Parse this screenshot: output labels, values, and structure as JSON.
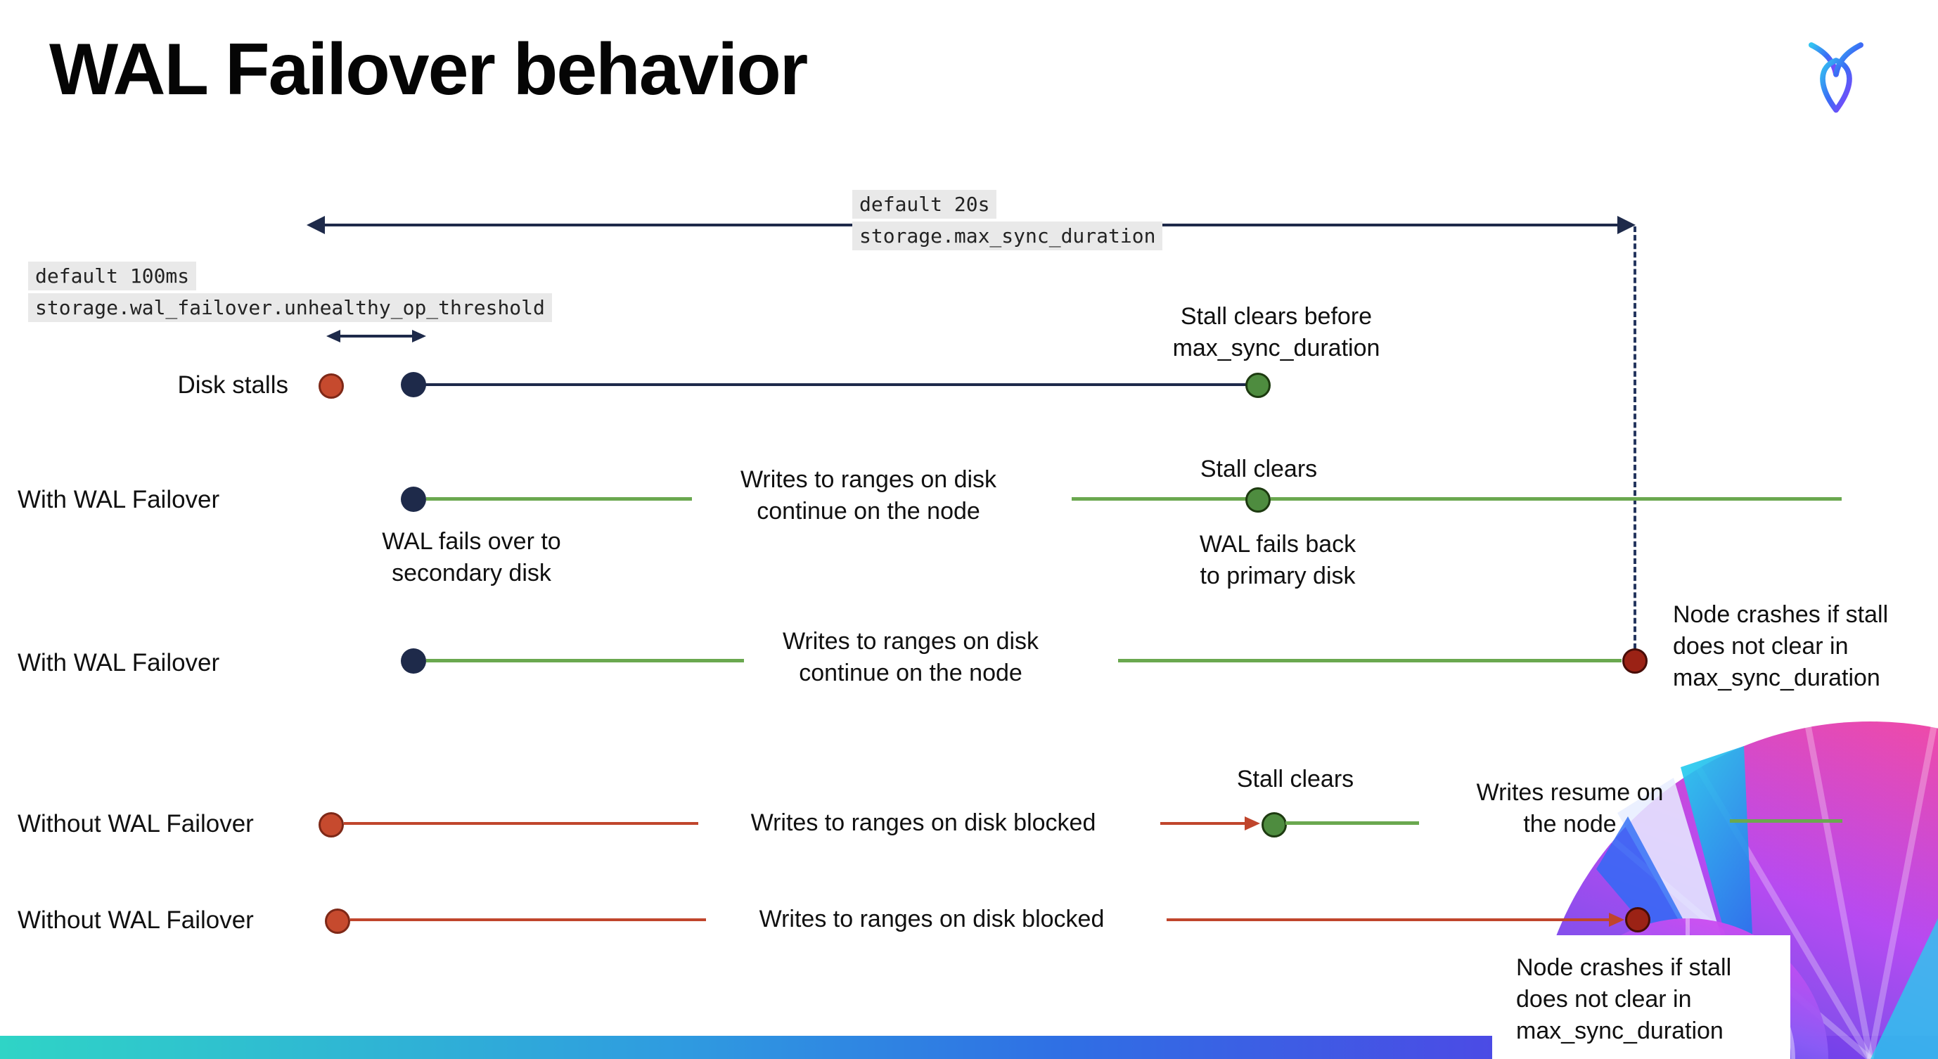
{
  "title": "WAL Failover behavior",
  "callouts": {
    "max_sync": {
      "default_label": "default 20s",
      "setting": "storage.max_sync_duration"
    },
    "threshold": {
      "default_label": "default 100ms",
      "setting": "storage.wal_failover.unhealthy_op_threshold"
    }
  },
  "rows": {
    "disk_stalls": {
      "label": "Disk stalls",
      "stall_note": "Stall clears before\nmax_sync_duration"
    },
    "failover_clears": {
      "label": "With WAL Failover",
      "failover_note": "WAL fails over to\nsecondary disk",
      "continue_note": "Writes to ranges on disk\ncontinue on the node",
      "stall_note": "Stall clears",
      "failback_note": "WAL fails  back\nto primary disk"
    },
    "failover_crash": {
      "label": "With WAL Failover",
      "continue_note": "Writes to ranges on disk\ncontinue on the node",
      "crash_note": "Node crashes if stall\ndoes not clear in\nmax_sync_duration"
    },
    "no_failover_clears": {
      "label": "Without WAL Failover",
      "blocked_note": "Writes to ranges on disk  blocked",
      "stall_note": "Stall clears",
      "resume_note": "Writes resume on\nthe node"
    },
    "no_failover_crash": {
      "label": "Without WAL Failover",
      "blocked_note": "Writes to ranges on disk  blocked",
      "crash_note": "Node crashes if stall\ndoes not clear in\nmax_sync_duration"
    }
  },
  "colors": {
    "navy": "#1e2a4a",
    "green_line": "#6aa84f",
    "green_dot": "#4e8c3f",
    "red_line": "#c0452c",
    "red_dot": "#c64a2e",
    "crash_dot": "#9b2215",
    "callout_highlight": "#e9e9e9",
    "bar_gradient_start": "#2fd4c6",
    "bar_gradient_end": "#7c3aed"
  }
}
